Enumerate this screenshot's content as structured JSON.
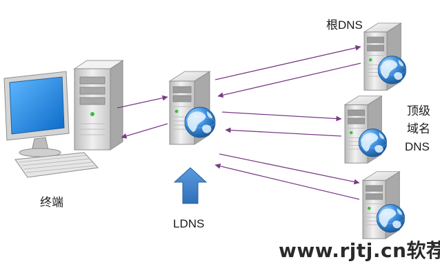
{
  "labels": {
    "terminal": "终端",
    "ldns": "LDNS",
    "root_dns": "根DNS",
    "tld_dns_line1": "顶级",
    "tld_dns_line2": "域名",
    "tld_dns_line3": "DNS",
    "watermark": "www.rjtj.cn软荐网"
  },
  "colors": {
    "arrow": "#7a3a86",
    "up_arrow": "#3f7fc8",
    "server_body": "#dedede",
    "screen": "#2b8fe0",
    "globe": "#2f7ed0",
    "watermark_fill": "#2a2a2a"
  },
  "icons": [
    "computer-icon",
    "server-icon",
    "globe-icon",
    "up-arrow-icon"
  ]
}
